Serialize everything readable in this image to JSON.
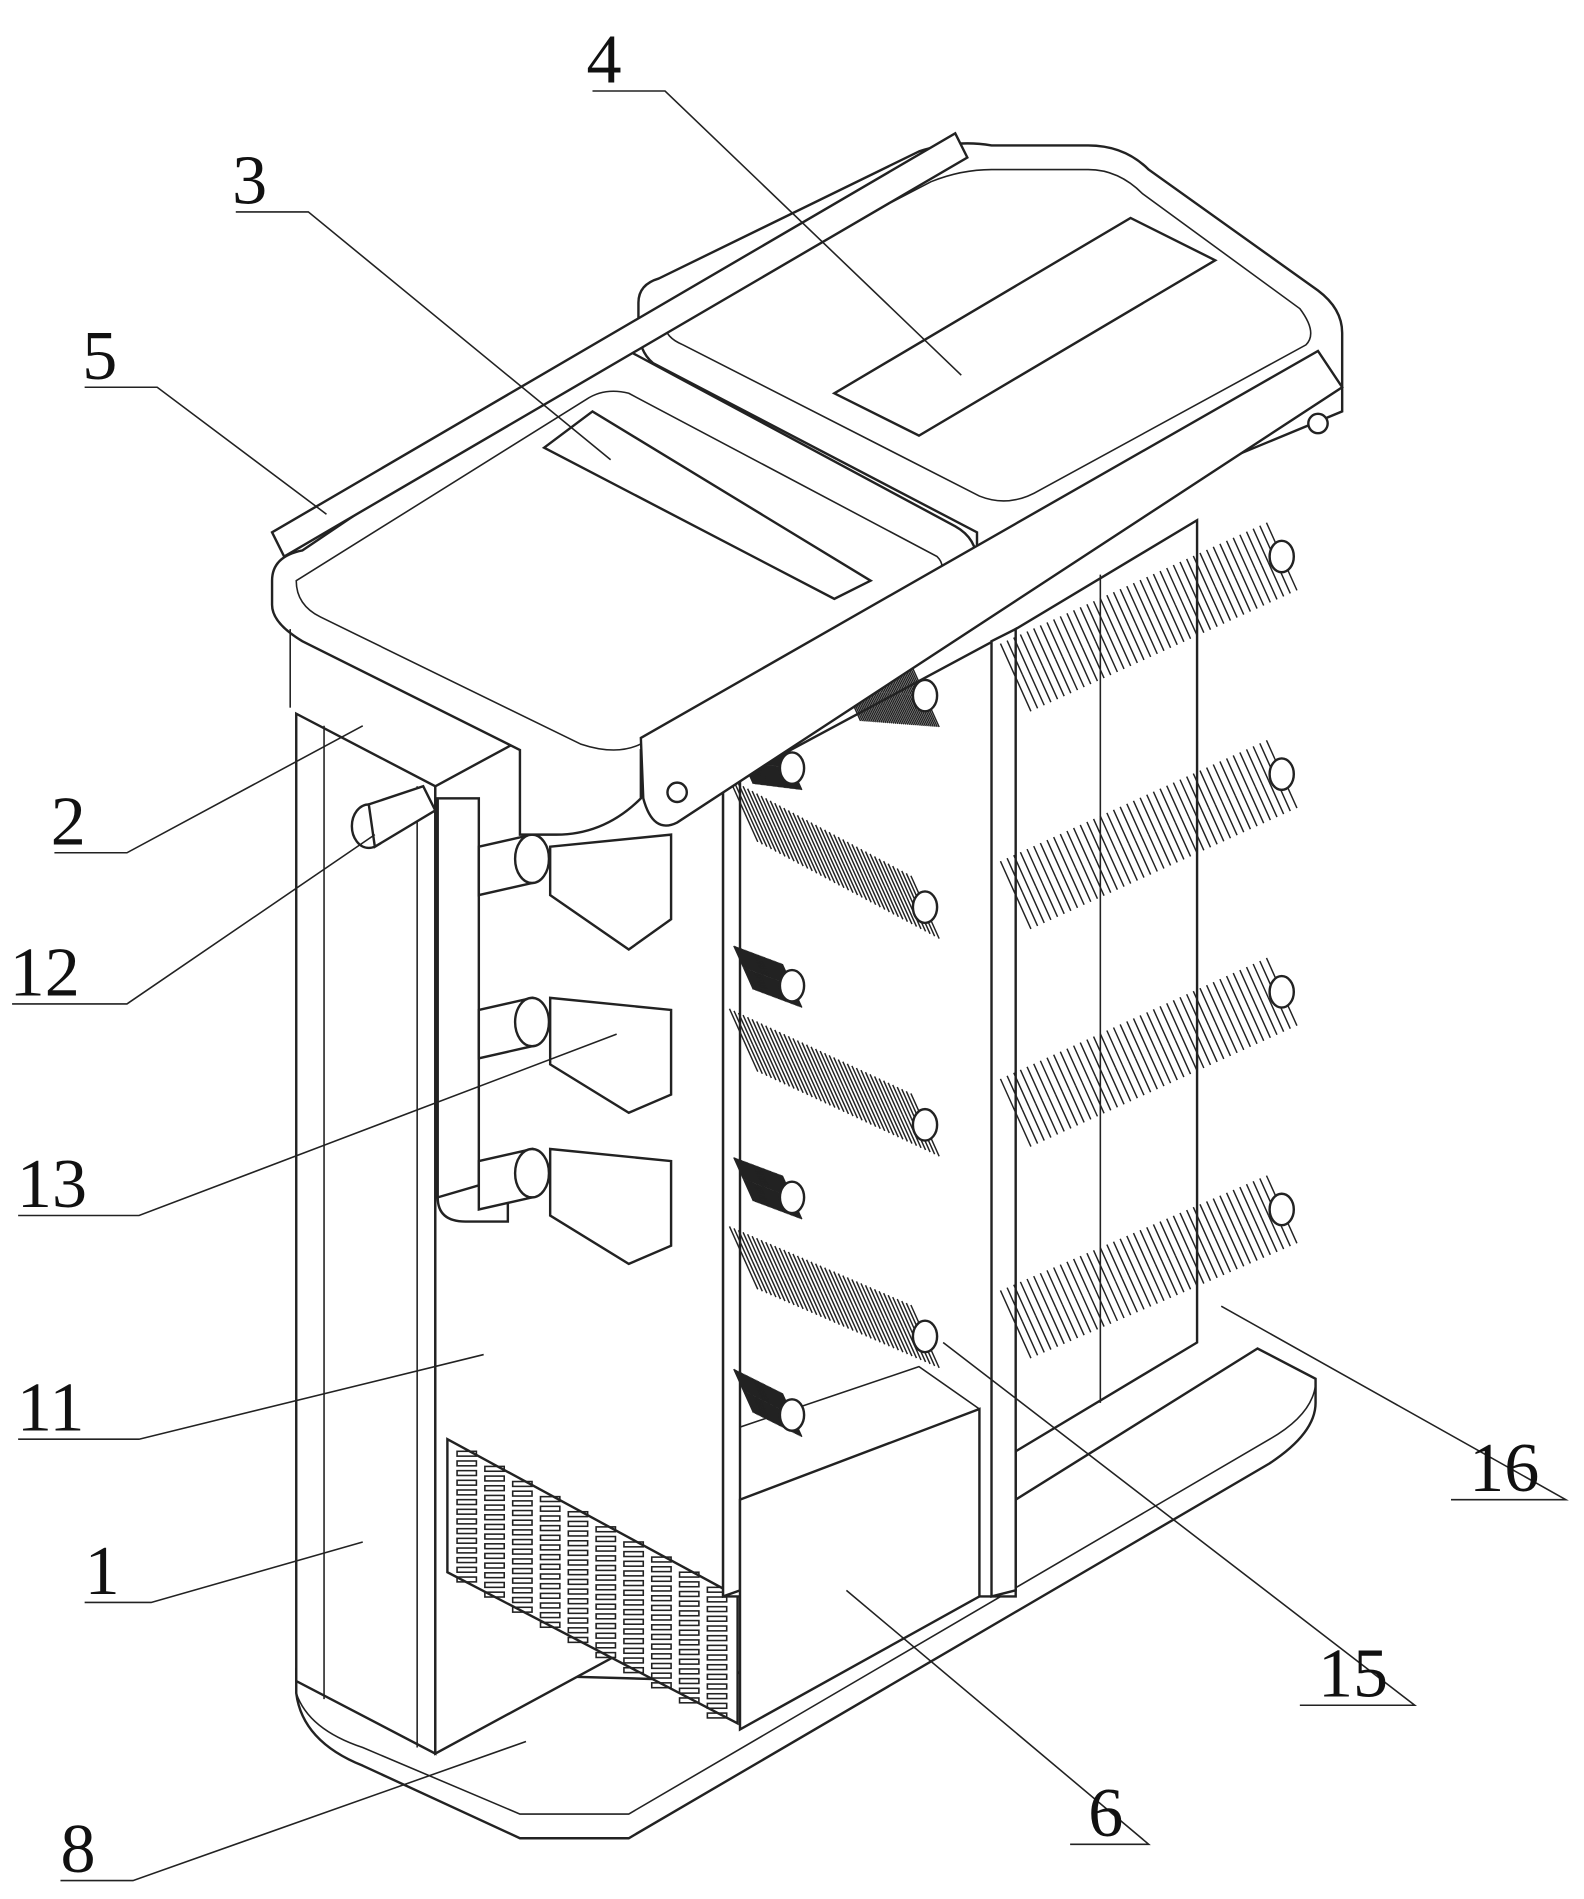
{
  "figure": {
    "labels": {
      "l1": "1",
      "l2": "2",
      "l3": "3",
      "l4": "4",
      "l5": "5",
      "l6": "6",
      "l8": "8",
      "l11": "11",
      "l12": "12",
      "l13": "13",
      "l15": "15",
      "l16": "16"
    }
  }
}
